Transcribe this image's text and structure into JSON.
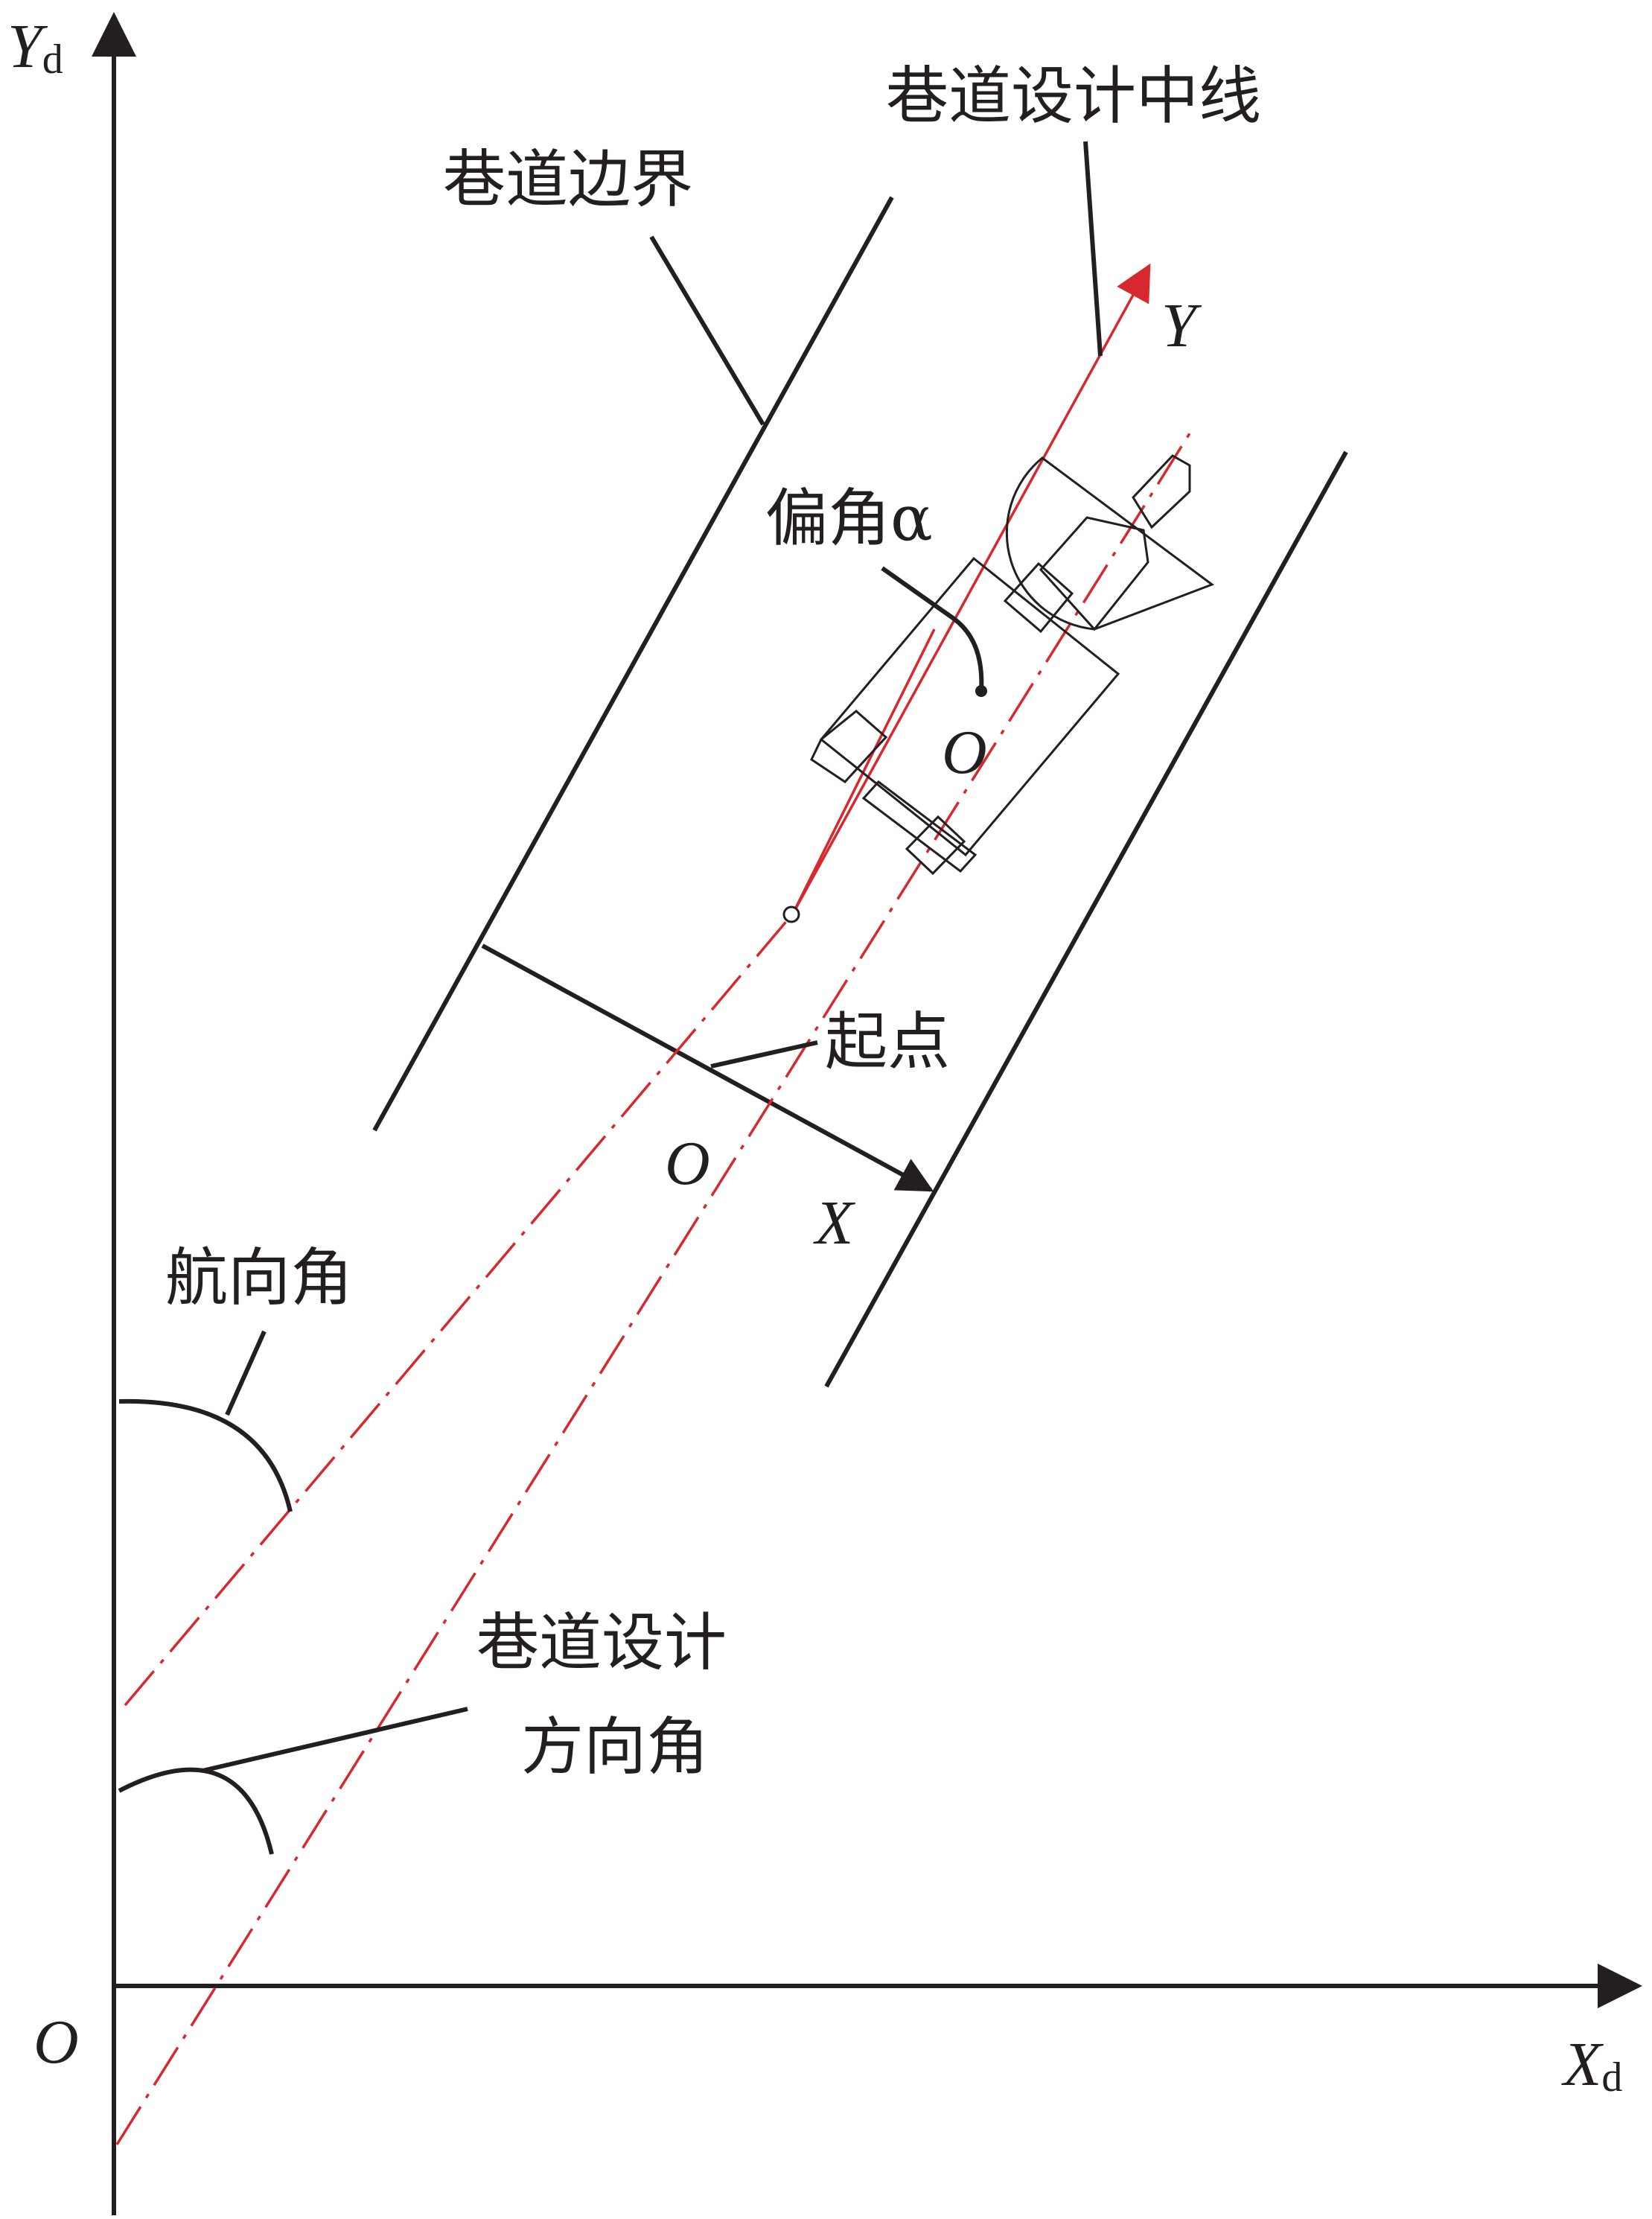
{
  "labels": {
    "yd_axis": "Y",
    "yd_sub": "d",
    "xd_axis": "X",
    "xd_sub": "d",
    "origin_global": "O",
    "roadway_centerline": "巷道设计中线",
    "roadway_boundary": "巷道边界",
    "local_y": "Y",
    "local_x": "X",
    "deflection_angle": "偏角α",
    "machine_origin": "O",
    "start_point": "起点",
    "start_origin": "O",
    "heading_angle": "航向角",
    "design_direction_angle_line1": "巷道设计",
    "design_direction_angle_line2": "方向角"
  },
  "colors": {
    "line_black": "#231f20",
    "line_red": "#d7282f",
    "background": "#ffffff"
  }
}
